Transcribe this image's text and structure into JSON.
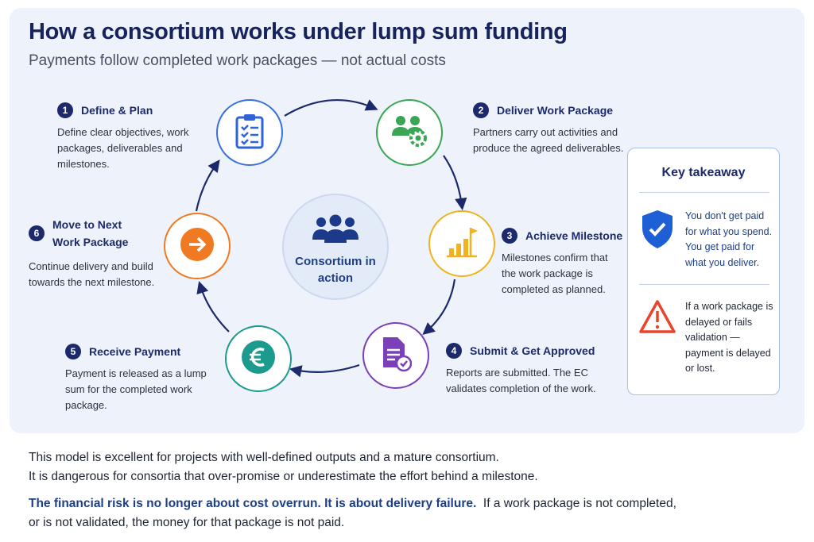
{
  "header": {
    "title": "How a consortium works under lump sum funding",
    "subtitle": "Payments follow completed work packages — not actual costs"
  },
  "hub": {
    "label": "Consortium in action",
    "icon": "people-group-icon"
  },
  "steps": [
    {
      "number": "1",
      "title": "Define & Plan",
      "description": "Define clear objectives, work packages, deliverables and milestones.",
      "icon": "clipboard-checklist-icon",
      "color": "#3a6fe0"
    },
    {
      "number": "2",
      "title": "Deliver Work Package",
      "description": "Partners carry out activities and produce the agreed deliverables.",
      "icon": "team-gear-icon",
      "color": "#3aa655"
    },
    {
      "number": "3",
      "title": "Achieve Milestone",
      "description": "Milestones confirm that the work package is completed as planned.",
      "icon": "bar-chart-flag-icon",
      "color": "#f0b21e"
    },
    {
      "number": "4",
      "title": "Submit & Get Approved",
      "description": "Reports are submitted. The EC validates completion of the work.",
      "icon": "document-check-icon",
      "color": "#7b3fb8"
    },
    {
      "number": "5",
      "title": "Receive Payment",
      "description": "Payment is released as a lump sum for the completed work package.",
      "icon": "euro-coin-icon",
      "color": "#1d9a8e"
    },
    {
      "number": "6",
      "title": "Move to Next",
      "title_line2": "Work Package",
      "description": "Continue delivery and build towards the next milestone.",
      "icon": "arrow-right-icon",
      "color": "#f07a22"
    }
  ],
  "takeaway": {
    "title": "Key takeaway",
    "items": [
      {
        "text": "You don't get paid for what you spend. You get paid for what you deliver.",
        "icon": "shield-check-icon",
        "color": "#1f5fd6"
      },
      {
        "text": "If a work package is delayed or fails validation — payment is delayed or lost.",
        "icon": "warning-triangle-icon",
        "color": "#e8452c"
      }
    ]
  },
  "footer": {
    "line1": "This model is excellent for projects with well-defined outputs and a mature consortium.",
    "line2": "It is dangerous for consortia that over-promise or underestimate the effort behind a milestone.",
    "emphasis": "The financial risk is no longer about cost overrun. It is about delivery failure.",
    "line3_rest": "If a work package is not completed,",
    "line4": "or is not validated, the money for that package is not paid."
  }
}
